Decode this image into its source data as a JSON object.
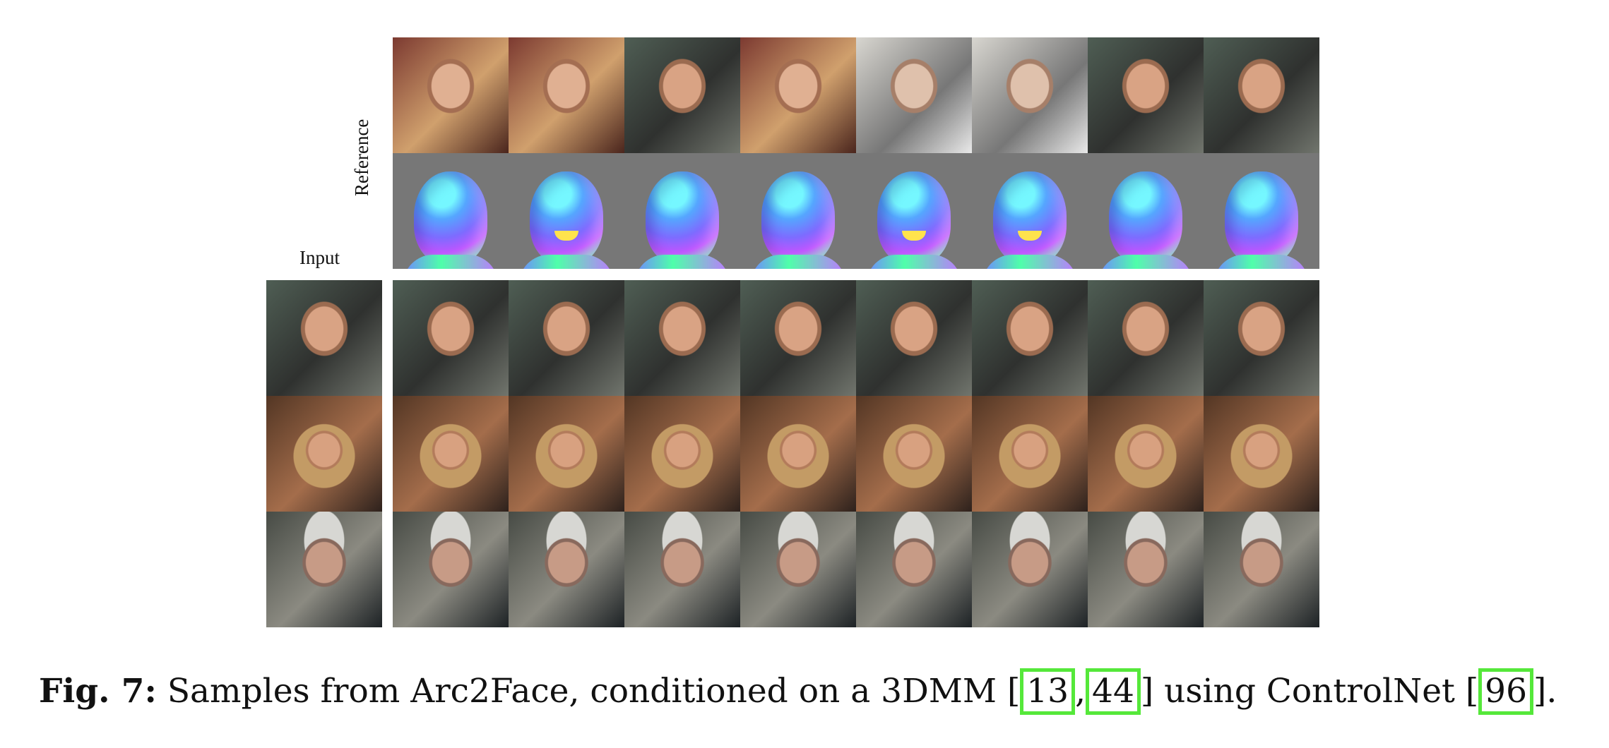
{
  "labels": {
    "reference": "Reference",
    "input": "Input"
  },
  "caption": {
    "figure_label": "Fig. 7:",
    "text_before": "Samples from Arc2Face, conditioned on a 3DMM [",
    "cite_13": "13",
    "comma": ",",
    "cite_44": "44",
    "text_middle": "] using ControlNet [",
    "cite_96": "96",
    "text_after": "]."
  },
  "colors": {
    "citation_box": "#55e83a",
    "normal_background": "#777777"
  }
}
